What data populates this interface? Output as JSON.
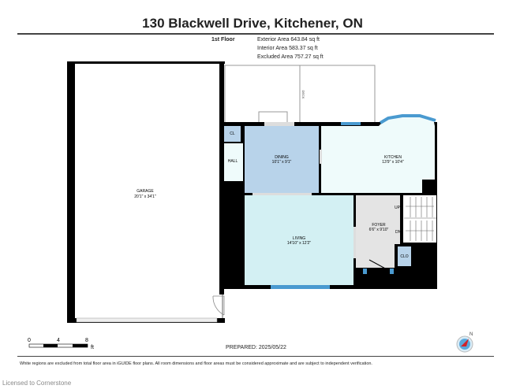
{
  "title": "130 Blackwell Drive, Kitchener, ON",
  "floor": {
    "label": "1st Floor",
    "exterior_area": "Exterior Area 643.84 sq ft",
    "interior_area": "Interior Area 583.37 sq ft",
    "excluded_area": "Excluded Area 757.27 sq ft"
  },
  "rooms": {
    "garage": {
      "name": "GARAGE",
      "dims": "20'1\" x 34'1\""
    },
    "dining": {
      "name": "DINING",
      "dims": "10'1\" x 9'1\""
    },
    "kitchen": {
      "name": "KITCHEN",
      "dims": "13'9\" x 10'4\""
    },
    "living": {
      "name": "LIVING",
      "dims": "14'10\" x 12'2\""
    },
    "foyer": {
      "name": "FOYER",
      "dims": "6'6\" x 9'10\""
    },
    "hall": {
      "name": "HALL"
    },
    "cl": {
      "name": "CL"
    },
    "clo": {
      "name": "CLO"
    },
    "deck": {
      "name": "DECK"
    },
    "stairs_up": "UP",
    "stairs_down": "DN"
  },
  "colors": {
    "dining": "#b8d3ea",
    "living": "#d3f0f3",
    "kitchen": "#effbfb",
    "foyer": "#e4e4e4",
    "window": "#4a9ad0",
    "wall": "#000000"
  },
  "scale": {
    "ticks": [
      "0",
      "4",
      "8"
    ],
    "unit": "ft"
  },
  "prepared": "PREPARED: 2025/05/22",
  "disclaimer": "White regions are excluded from total floor area in iGUIDE floor plans. All room dimensions and floor areas must be considered approximate and are subject to independent verification.",
  "licensed": "Licensed to Cornerstone",
  "compass_icon": "compass-north-icon"
}
